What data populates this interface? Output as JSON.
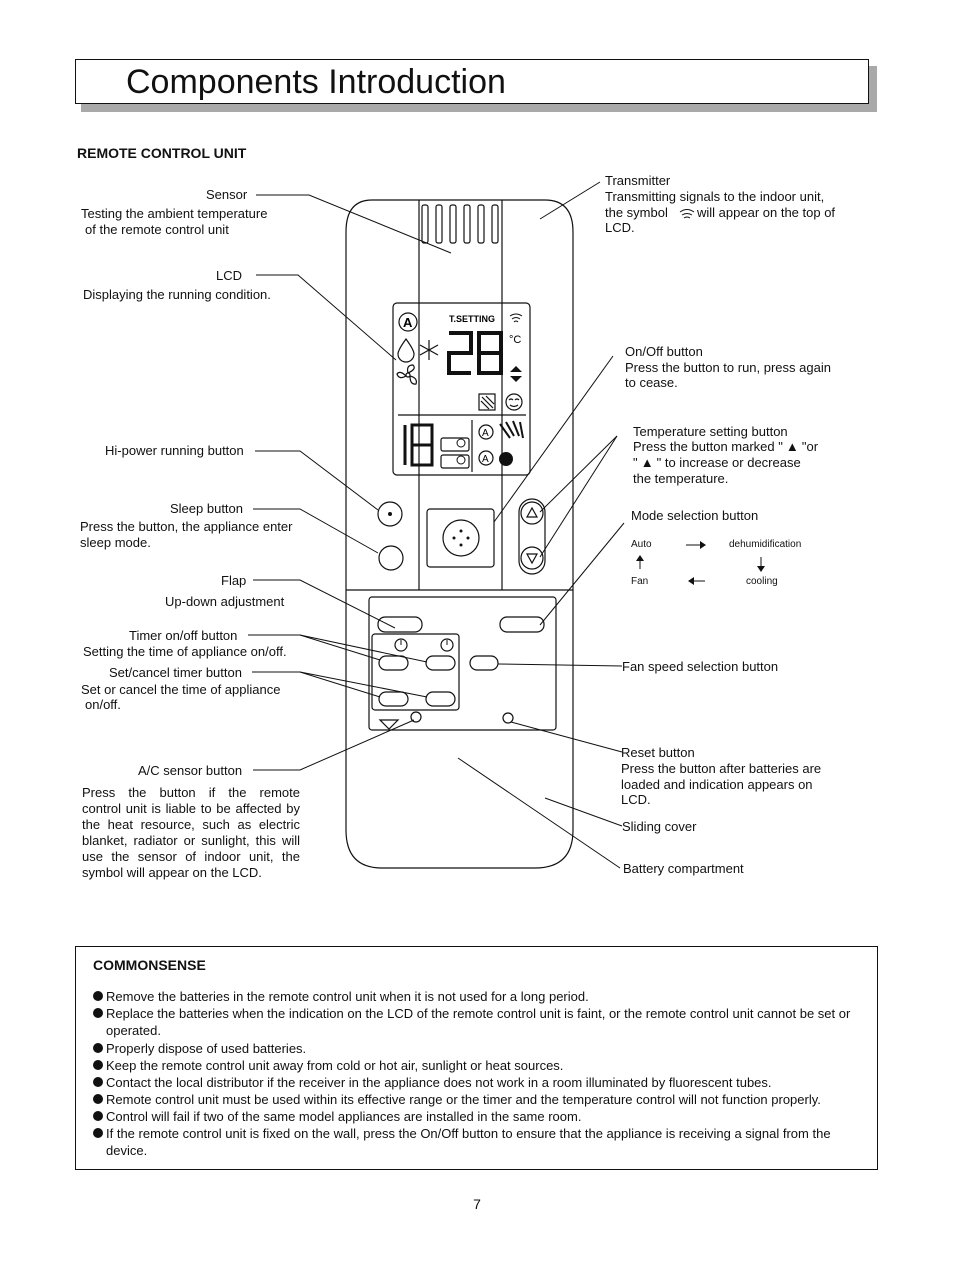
{
  "header": {
    "title": "Components Introduction"
  },
  "remote_section": {
    "heading": "REMOTE CONTROL UNIT"
  },
  "callouts": {
    "sensor": {
      "label": "Sensor",
      "desc1": "Testing the ambient temperature",
      "desc2": "of the remote control unit"
    },
    "lcd": {
      "label": "LCD",
      "desc": "Displaying the running condition."
    },
    "hipower": {
      "label": "Hi-power running button"
    },
    "sleep": {
      "label": "Sleep button",
      "desc1": "Press the button, the appliance enter",
      "desc2": "sleep mode."
    },
    "flap": {
      "label": "Flap",
      "desc": "Up-down adjustment"
    },
    "timer": {
      "label": "Timer on/off button",
      "desc": "Setting the time of appliance on/off."
    },
    "setcancel": {
      "label": "Set/cancel timer button",
      "desc1": "Set or cancel the time of appliance",
      "desc2": "on/off."
    },
    "acsensor": {
      "label": "A/C sensor button",
      "desc": [
        "Press the button if the remote",
        "control unit is liable to be affected by",
        "the heat resource, such as electric",
        "blanket, radiator or sunlight, this will",
        "use the sensor of indoor unit, the",
        "symbol will appear on the LCD."
      ]
    },
    "transmitter": {
      "label": "Transmitter",
      "desc1": "Transmitting signals to the indoor unit,",
      "desc2a": "the symbol",
      "desc2b": "will appear on the top of",
      "desc3": "LCD."
    },
    "onoff": {
      "label": "On/Off button",
      "desc1": "Press the button to run, press again",
      "desc2": "to cease."
    },
    "tempset": {
      "label": "Temperature setting button",
      "desc1a": "Press the button marked \"",
      "desc1b": "\"or",
      "desc2a": "\"",
      "desc2b": "\" to increase or decrease",
      "desc3": "the temperature."
    },
    "mode": {
      "label": "Mode selection button",
      "auto": "Auto",
      "dehum": "dehumidification",
      "fan": "Fan",
      "cooling": "cooling"
    },
    "fanspeed": {
      "label": "Fan speed selection button"
    },
    "reset": {
      "label": "Reset button",
      "desc1": "Press the button after batteries are",
      "desc2": "loaded and indication appears on",
      "desc3": "LCD."
    },
    "sliding": {
      "label": "Sliding cover"
    },
    "battery": {
      "label": "Battery compartment"
    }
  },
  "lcd_display": {
    "mode_letter": "A",
    "tsetting": "T.SETTING",
    "temp": "28",
    "unit": "°C",
    "timer_digits": "18",
    "a_small": "A"
  },
  "commonsense": {
    "heading": "COMMONSENSE",
    "items": [
      "Remove the batteries in the remote control unit when it is not used for a long period.",
      "Replace the batteries when the indication on the LCD of the remote control unit is faint, or the remote control unit cannot be set or operated.",
      "Properly dispose of used batteries.",
      "Keep the remote control unit away from cold or hot air, sunlight or heat sources.",
      "Contact the local distributor if the receiver in the appliance does not work in a room illuminated by fluorescent tubes.",
      "Remote control unit must be used within its effective range or the timer and the temperature control will not function properly.",
      "Control will fail if two of the same model appliances are installed in the same room.",
      "If the remote control unit is fixed on the wall, press the On/Off button to ensure that the appliance is receiving a signal from the device."
    ]
  },
  "page_number": "7",
  "icons": [
    "signal-icon",
    "raindrop-icon",
    "snowflake-icon",
    "fan-icon",
    "updown-arrows-icon",
    "louver-icon",
    "sleep-face-icon",
    "clock-icon",
    "sun-icon",
    "triangle-up-icon",
    "triangle-down-icon"
  ]
}
